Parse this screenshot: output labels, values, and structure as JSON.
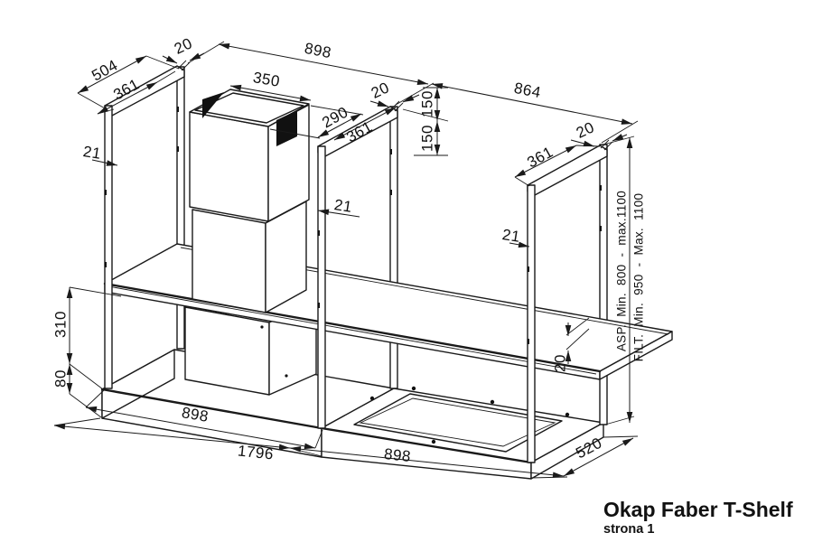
{
  "page": {
    "background": "#ffffff",
    "ink": "#1a1a1a"
  },
  "title_block": {
    "title": "Okap Faber T-Shelf",
    "subtitle": "strona 1"
  },
  "dims": {
    "frame_left_outer_width": "504",
    "frame_left_inner_width": "361",
    "frame_left_post_top": "20",
    "frame_left_post_thickness": "21",
    "section_left_width_top": "898",
    "section_right_width_top": "864",
    "chimney_width": "350",
    "chimney_depth": "290",
    "frame_mid_post_top": "20",
    "frame_mid_inner_width": "361",
    "offset_upper": "150",
    "offset_lower": "150",
    "frame_mid_post_thickness": "21",
    "frame_right_inner_width": "361",
    "frame_right_post_top": "20",
    "frame_right_post_thickness": "21",
    "shelf_thickness": "20",
    "asp_height_range": "ASP.  Min.  800  -  max.1100",
    "filt_height_range": "FILT.  Min.  950  -  Max.  1100",
    "shelf_height_above_base": "310",
    "base_height": "80",
    "base_left_width": "898",
    "total_width": "1796",
    "base_right_width": "898",
    "base_depth": "520"
  }
}
